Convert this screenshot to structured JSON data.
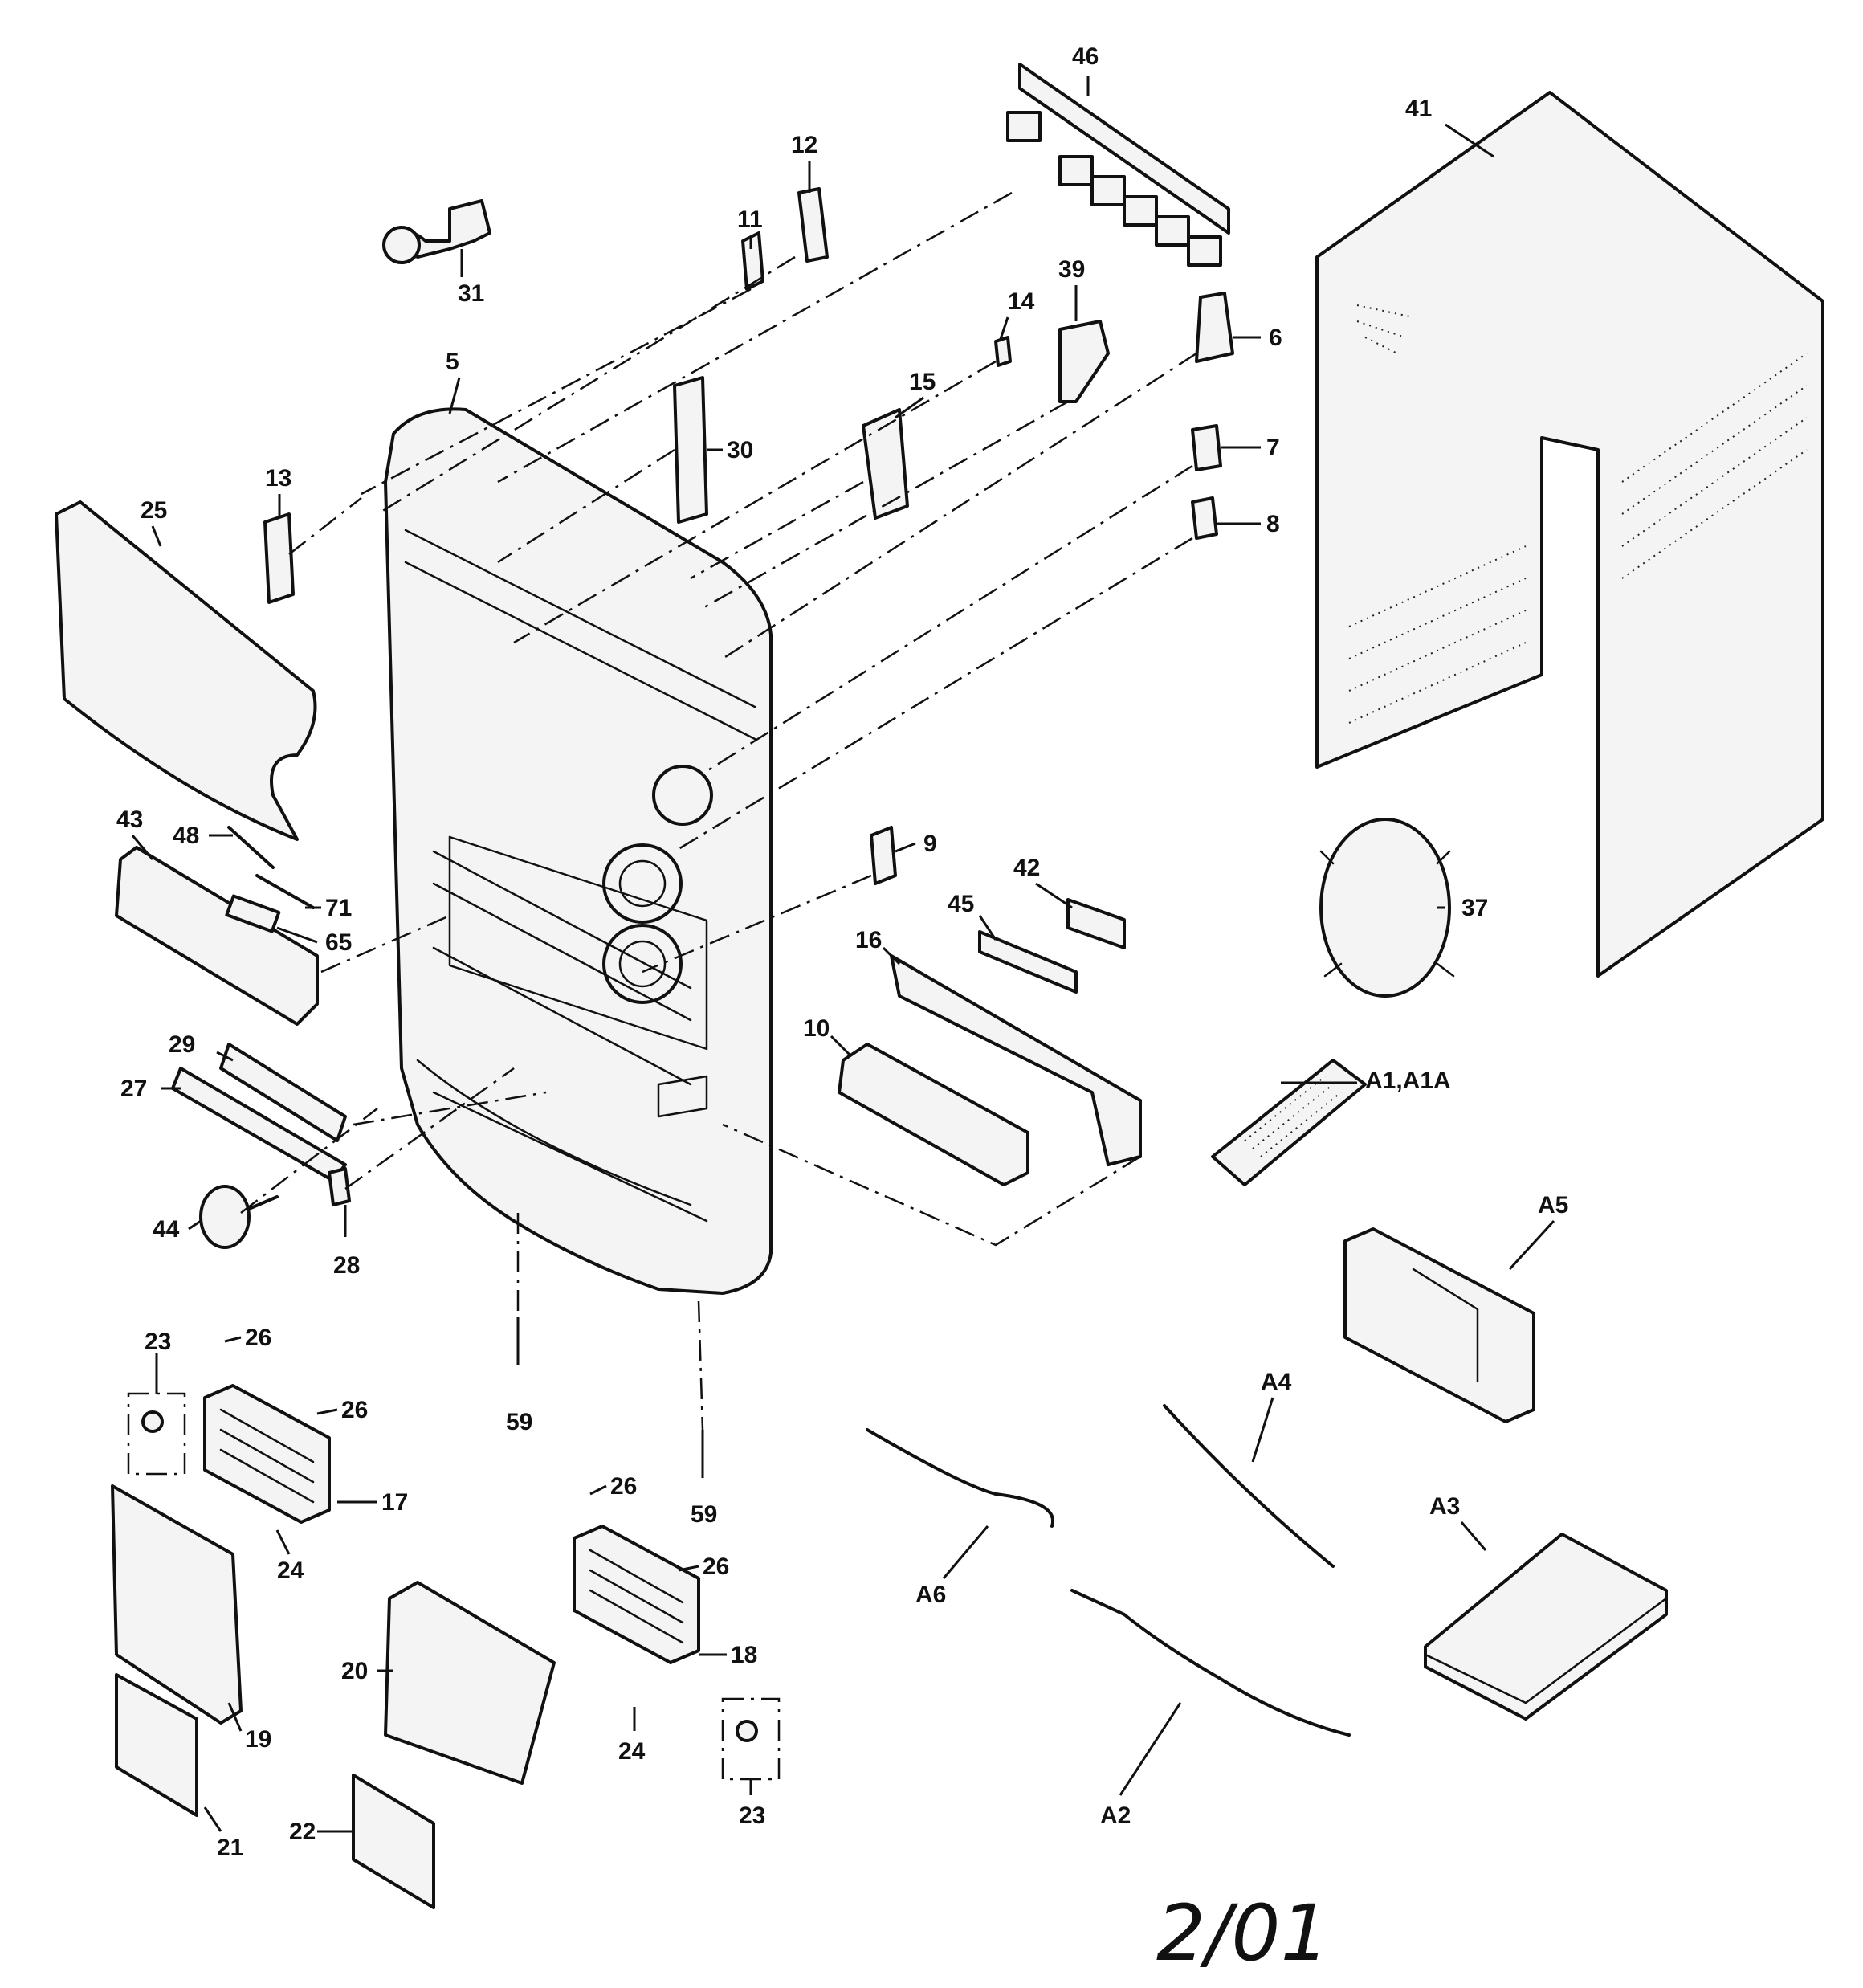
{
  "labels": {
    "l46": "46",
    "l41": "41",
    "l12": "12",
    "l11": "11",
    "l31": "31",
    "l39": "39",
    "l14": "14",
    "l6": "6",
    "l5": "5",
    "l15": "15",
    "l30": "30",
    "l7": "7",
    "l13": "13",
    "l25": "25",
    "l8": "8",
    "l43": "43",
    "l48": "48",
    "l9": "9",
    "l42": "42",
    "l71": "71",
    "l65": "65",
    "l45": "45",
    "l37": "37",
    "l16": "16",
    "l29": "29",
    "l10": "10",
    "l27": "27",
    "lA1": "A1,A1A",
    "l44": "44",
    "l28": "28",
    "lA5": "A5",
    "l59a": "59",
    "l59b": "59",
    "l23a": "23",
    "l26a": "26",
    "l26b": "26",
    "l17": "17",
    "l24a": "24",
    "l26c": "26",
    "l26d": "26",
    "lA4": "A4",
    "lA3": "A3",
    "lA6": "A6",
    "l18": "18",
    "l19": "19",
    "l20": "20",
    "l24b": "24",
    "l23b": "23",
    "l21": "21",
    "l22": "22",
    "lA2": "A2"
  },
  "footer": {
    "date": "2/01"
  }
}
